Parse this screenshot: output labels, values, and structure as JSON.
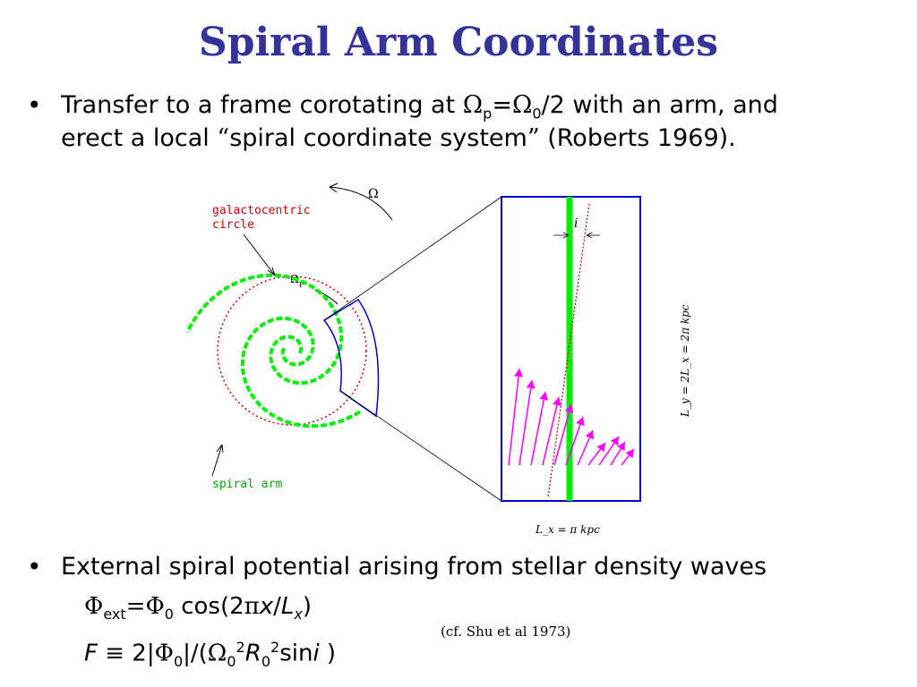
{
  "slide": {
    "title": "Spiral Arm Coordinates",
    "bullet1": {
      "marker": "•",
      "line1_pre": "Transfer to a frame corotating at ",
      "omega_p_sym": "Ω",
      "omega_p_sub": "p",
      "eq_sign": "=",
      "omega_0_sym": "Ω",
      "omega_0_sub": "0",
      "line1_post": "/2 with an arm, and",
      "line2_pre": "erect a local ",
      "quote_open": "“",
      "line2_quoted": "spiral coordinate system",
      "quote_close": "”",
      "line2_post": " (Roberts 1969)."
    },
    "bullet2": {
      "marker": "•",
      "text": "External spiral potential arising from stellar density waves"
    },
    "equation1": {
      "phi": "Φ",
      "ext_sub": "ext",
      "equals": "=",
      "phi0": "Φ",
      "zero_sub": "0",
      "cos_part": " cos(2",
      "pi": "π",
      "x": "x",
      "slash": "/",
      "L": "L",
      "x_sub": "x",
      "close": ")"
    },
    "equation2": {
      "F": "F",
      "equiv": "≡",
      "two_abs": " 2|",
      "phi": "Φ",
      "zero_sub": "0",
      "abs_close": "|/(",
      "omega": "Ω",
      "omega_sub": "0",
      "omega_sup": "2",
      "R": "R",
      "R_sub": "0",
      "R_sup": "2",
      "sin": "sin",
      "i": "i",
      "close": " )"
    },
    "citation": "(cf. Shu et al 1973)"
  },
  "figure": {
    "omega_label": "Ω",
    "omega_p_label": "Ω",
    "omega_p_sub": "P",
    "galactocentric_label_line1": "galactocentric",
    "galactocentric_label_line2": "circle",
    "spiral_arm_label": "spiral arm",
    "angle_label": "i",
    "ly_label": "L_y = 2L_x = 2π kpc",
    "lx_label": "L_x = π kpc",
    "colors": {
      "title": "#333399",
      "arm": "#00ee00",
      "circle": "#cc0000",
      "frame": "#0000cc",
      "arrows": "#ff00ff",
      "label_red": "#cc0000",
      "label_green": "#00aa00"
    }
  }
}
